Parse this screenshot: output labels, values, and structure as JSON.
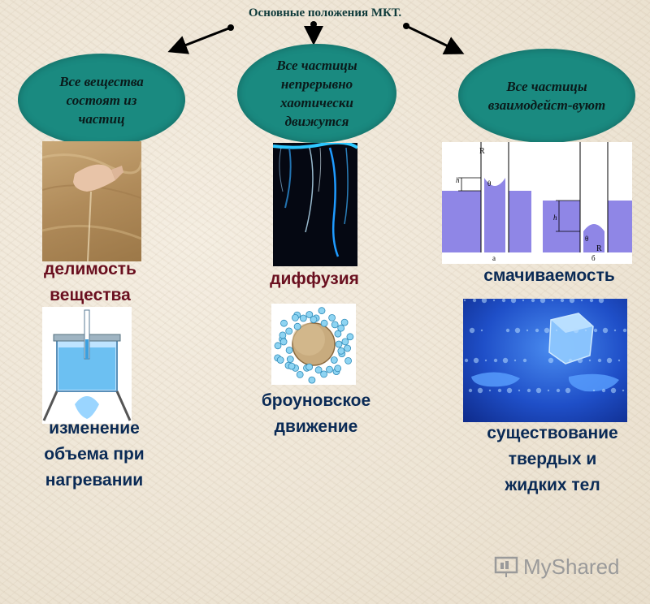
{
  "title": "Основные положения МКТ.",
  "ovals": [
    {
      "text_lines": [
        "Все вещества",
        "состоят из",
        "частиц"
      ]
    },
    {
      "text_lines": [
        "Все частицы",
        "непрерывно",
        "хаотически",
        "движутся"
      ]
    },
    {
      "text_lines": [
        "Все частицы",
        "взаимодейст-вуют"
      ]
    }
  ],
  "labels": {
    "divisibility": [
      "делимость",
      "вещества"
    ],
    "diffusion": "диффузия",
    "wetting": "смачиваемость",
    "thermal_expansion": [
      "изменение",
      "объема при",
      "нагревании"
    ],
    "brownian": [
      "броуновское",
      "движение"
    ],
    "solids_liquids": [
      "существование",
      "твердых и",
      "жидких тел"
    ]
  },
  "wetting_diagram": {
    "left": {
      "R": "R",
      "theta": "θ",
      "h": "h",
      "caption": "а"
    },
    "right": {
      "R": "R",
      "theta": "θ",
      "h": "h",
      "caption": "б"
    }
  },
  "colors": {
    "oval": "#1a8a80",
    "label_red": "#6a0f1f",
    "label_blue": "#0a2a55"
  },
  "watermark": "MyShared"
}
